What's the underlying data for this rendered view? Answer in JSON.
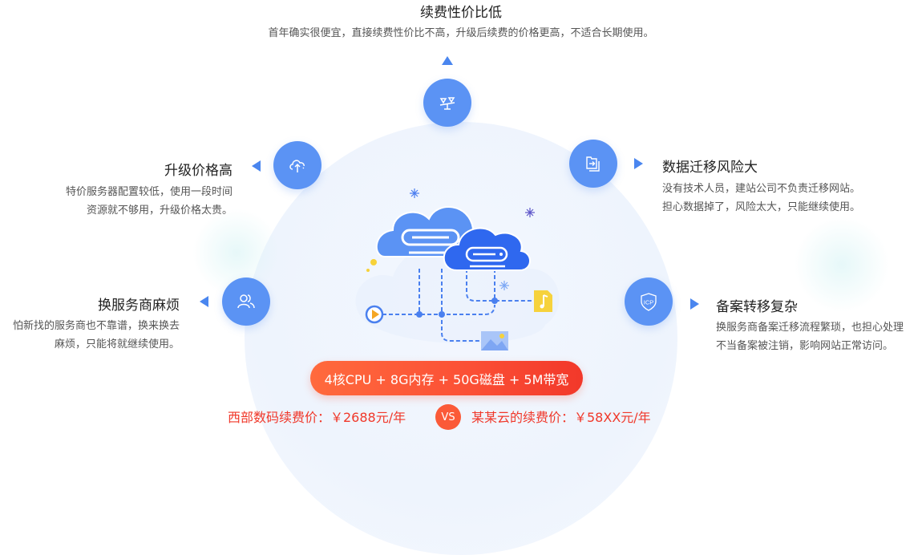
{
  "colors": {
    "accent_blue": "#5b93f4",
    "price_red": "#f0382a",
    "spec_gradient_start": "#ff6a3d",
    "spec_gradient_end": "#f2382a"
  },
  "features": {
    "top": {
      "icon": "scale-icon",
      "title": "续费性价比低",
      "desc": "首年确实很便宜，直接续费性价比不高，升级后续费的价格更高，不适合长期使用。"
    },
    "upper_left": {
      "icon": "cloud-upload-icon",
      "title": "升级价格高",
      "desc_lines": [
        "特价服务器配置较低，使用一段时间",
        "资源就不够用，升级价格太贵。"
      ]
    },
    "upper_right": {
      "icon": "folder-transfer-icon",
      "title": "数据迁移风险大",
      "desc_lines": [
        "没有技术人员，建站公司不负责迁移网站。",
        "担心数据掉了，风险太大，只能继续使用。"
      ]
    },
    "lower_left": {
      "icon": "users-icon",
      "title": "换服务商麻烦",
      "desc_lines": [
        "怕新找的服务商也不靠谱，换来换去",
        "麻烦，只能将就继续使用。"
      ]
    },
    "lower_right": {
      "icon": "icp-shield-icon",
      "icon_text": "ICP",
      "title": "备案转移复杂",
      "desc_lines": [
        "换服务商备案迁移流程繁琐，也担心处理",
        "不当备案被注销，影响网站正常访问。"
      ]
    }
  },
  "spec_banner": "4核CPU + 8G内存 + 50G磁盘 + 5M带宽",
  "comparison": {
    "left_price": "西部数码续费价：￥2688元/年",
    "vs_label": "VS",
    "right_price": "某某云的续费价：￥58XX元/年"
  }
}
